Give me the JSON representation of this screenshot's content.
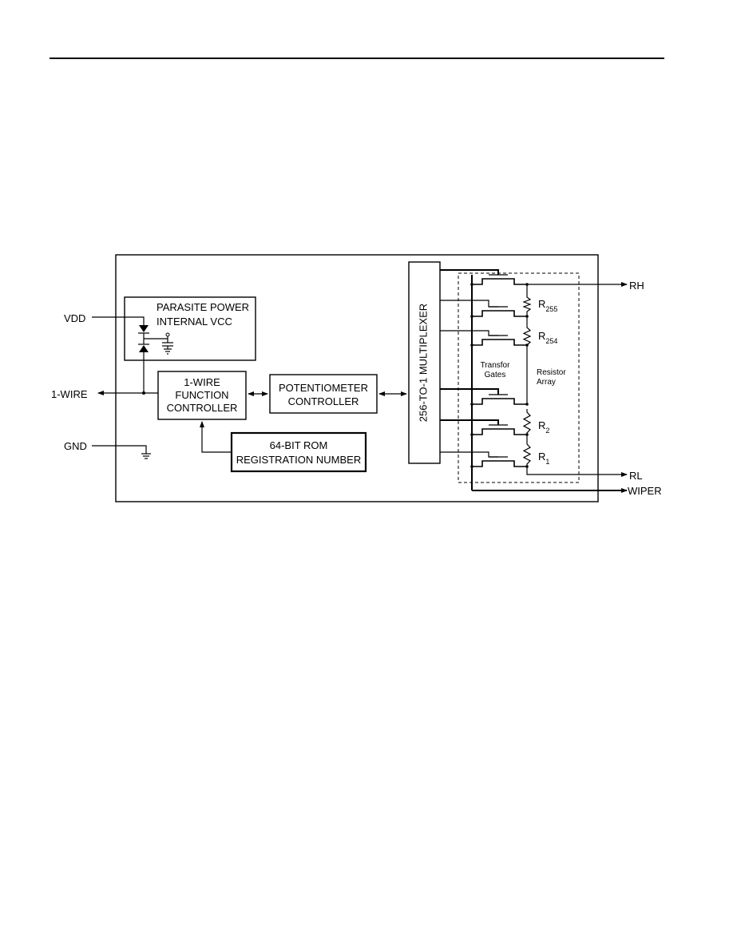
{
  "blocks": {
    "parasite_line1": "PARASITE POWER",
    "parasite_line2": "INTERNAL VCC",
    "onewire_line1": "1-WIRE",
    "onewire_line2": "FUNCTION",
    "onewire_line3": "CONTROLLER",
    "pot_line1": "POTENTIOMETER",
    "pot_line2": "CONTROLLER",
    "rom_line1": "64-BIT ROM",
    "rom_line2": "REGISTRATION NUMBER",
    "mux": "256-TO-1 MULTIPLEXER"
  },
  "pins": {
    "vdd": "VDD",
    "onewire": "1-WIRE",
    "gnd": "GND",
    "rh": "RH",
    "rl": "RL",
    "wiper": "WIPER"
  },
  "labels": {
    "transfer_line1": "Transfor",
    "transfer_line2": "Gates",
    "resistor_line1": "Resistor",
    "resistor_line2": "Array"
  },
  "resistors": [
    {
      "base": "R",
      "sub": "255"
    },
    {
      "base": "R",
      "sub": "254"
    },
    {
      "base": "R",
      "sub": "2"
    },
    {
      "base": "R",
      "sub": "1"
    }
  ]
}
